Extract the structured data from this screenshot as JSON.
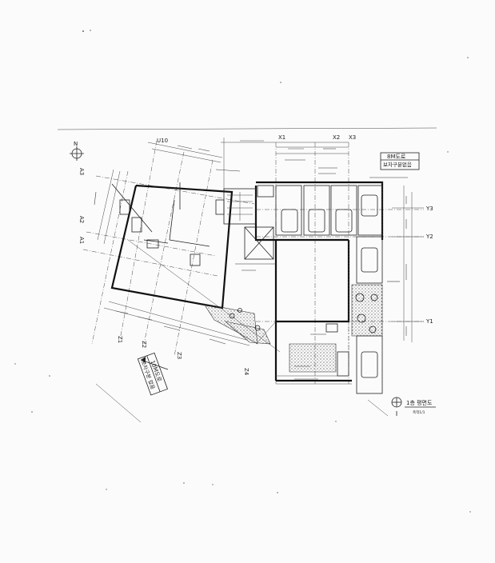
{
  "north_label": "N",
  "road_top": {
    "line1": "8M도로",
    "line2": "보차구분없음"
  },
  "road_left": {
    "line1": "10M도로",
    "line2": "보차구분 없음"
  },
  "plan_title": "1층 평면도",
  "plan_scale": "축척1/1",
  "grid_top": [
    "X1",
    "X2",
    "X3"
  ],
  "grid_right": [
    "Y3",
    "Y2",
    "Y1"
  ],
  "grid_left_top": [
    "A1",
    "A2",
    "A3"
  ],
  "grid_left_bottom": [
    "Z1",
    "Z2",
    "Z3",
    "Z4"
  ],
  "grid_skew_top": "U10"
}
